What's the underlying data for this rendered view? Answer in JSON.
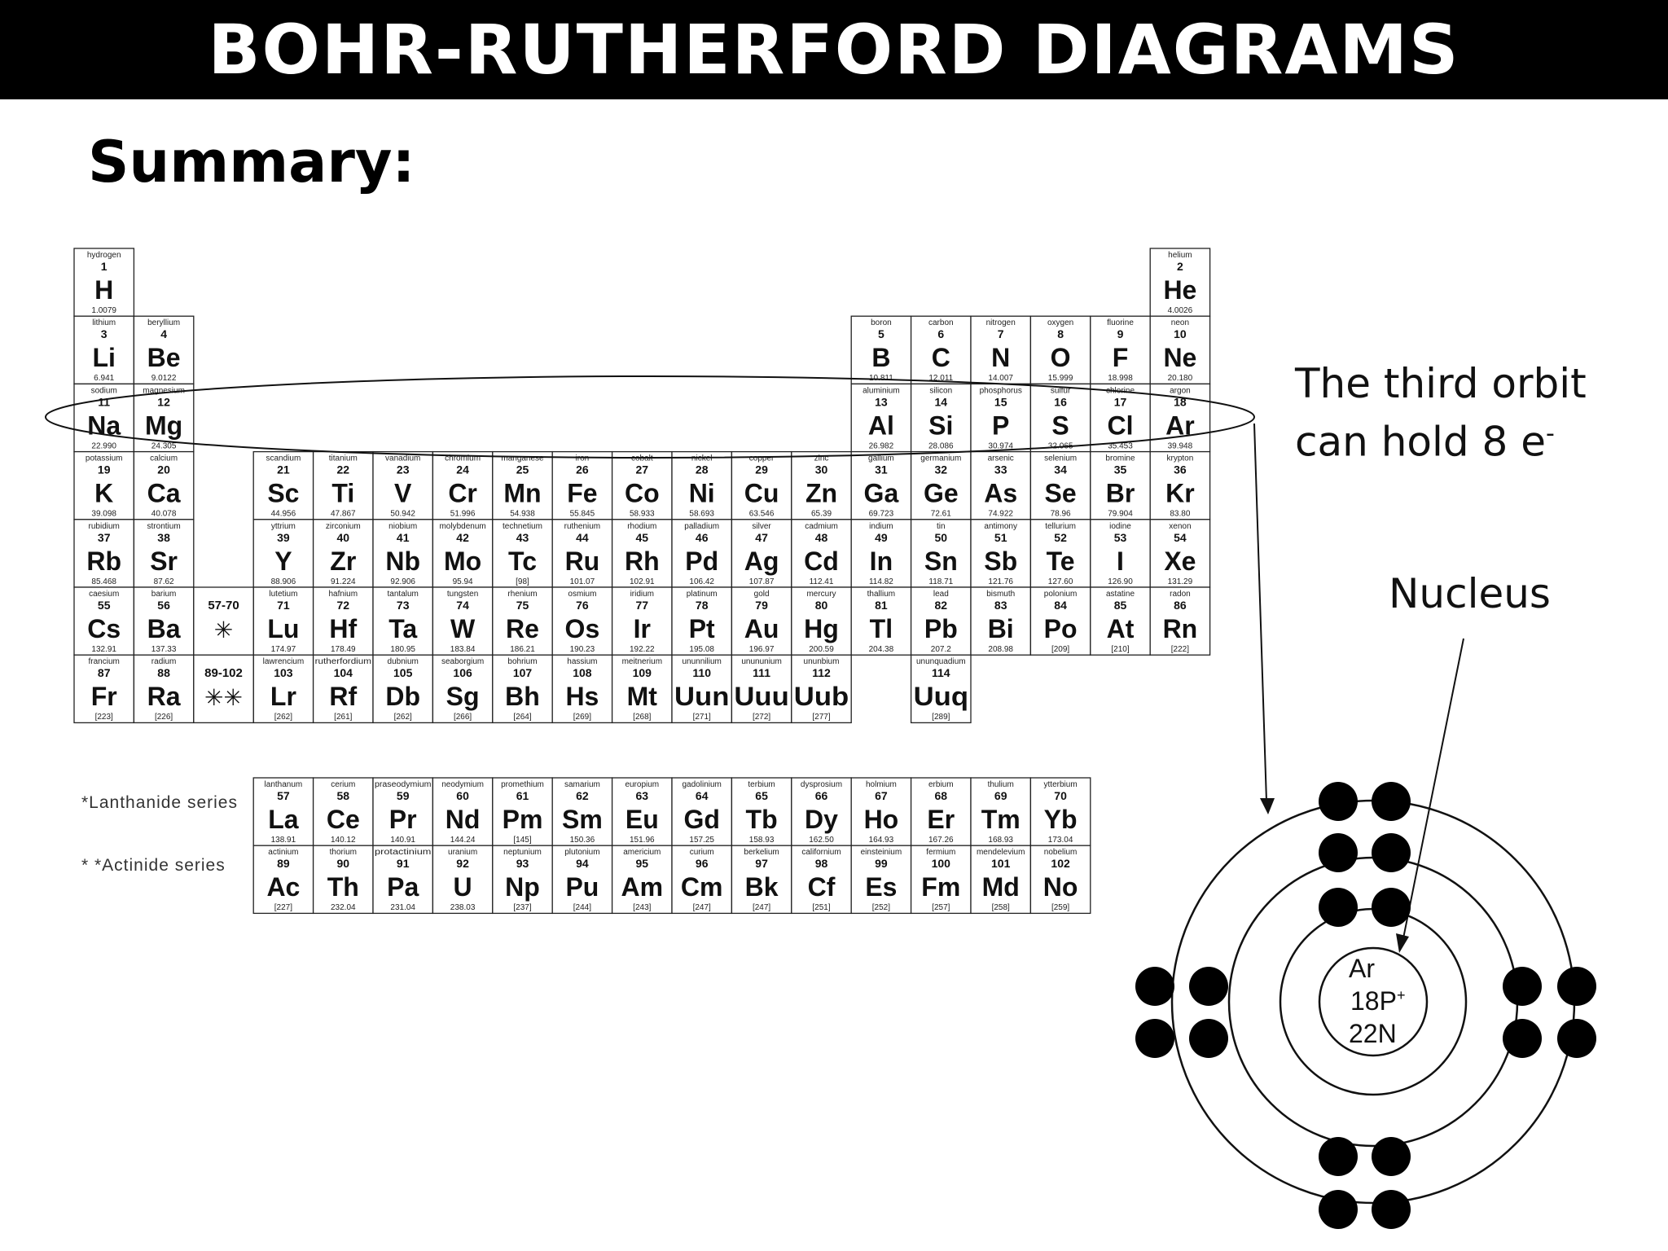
{
  "title": "BOHR-RUTHERFORD DIAGRAMS",
  "summary": "Summary:",
  "callouts": {
    "third_orbit_line1": "The third orbit",
    "third_orbit_line2": "can hold 8 e",
    "third_orbit_sup": "-",
    "nucleus": "Nucleus"
  },
  "nucleus": {
    "symbol": "Ar",
    "protons": "18P",
    "protons_sup": "+",
    "neutrons": "22N"
  },
  "orbits": [
    {
      "shell": 1,
      "electrons": 2
    },
    {
      "shell": 2,
      "electrons": 8
    },
    {
      "shell": 3,
      "electrons": 8
    }
  ],
  "series_labels": {
    "lanthanide": "*Lanthanide series",
    "actinide": "* *Actinide series"
  },
  "placeholders": [
    {
      "range": "57-70",
      "star": "✳",
      "row": 6
    },
    {
      "range": "89-102",
      "star": "✳✳",
      "row": 7
    }
  ],
  "elements": [
    {
      "name": "hydrogen",
      "num": "1",
      "sym": "H",
      "mass": "1.0079",
      "row": 1,
      "col": 1
    },
    {
      "name": "helium",
      "num": "2",
      "sym": "He",
      "mass": "4.0026",
      "row": 1,
      "col": 19
    },
    {
      "name": "lithium",
      "num": "3",
      "sym": "Li",
      "mass": "6.941",
      "row": 2,
      "col": 1
    },
    {
      "name": "beryllium",
      "num": "4",
      "sym": "Be",
      "mass": "9.0122",
      "row": 2,
      "col": 2
    },
    {
      "name": "boron",
      "num": "5",
      "sym": "B",
      "mass": "10.811",
      "row": 2,
      "col": 14
    },
    {
      "name": "carbon",
      "num": "6",
      "sym": "C",
      "mass": "12.011",
      "row": 2,
      "col": 15
    },
    {
      "name": "nitrogen",
      "num": "7",
      "sym": "N",
      "mass": "14.007",
      "row": 2,
      "col": 16
    },
    {
      "name": "oxygen",
      "num": "8",
      "sym": "O",
      "mass": "15.999",
      "row": 2,
      "col": 17
    },
    {
      "name": "fluorine",
      "num": "9",
      "sym": "F",
      "mass": "18.998",
      "row": 2,
      "col": 18
    },
    {
      "name": "neon",
      "num": "10",
      "sym": "Ne",
      "mass": "20.180",
      "row": 2,
      "col": 19
    },
    {
      "name": "sodium",
      "num": "11",
      "sym": "Na",
      "mass": "22.990",
      "row": 3,
      "col": 1
    },
    {
      "name": "magnesium",
      "num": "12",
      "sym": "Mg",
      "mass": "24.305",
      "row": 3,
      "col": 2
    },
    {
      "name": "aluminium",
      "num": "13",
      "sym": "Al",
      "mass": "26.982",
      "row": 3,
      "col": 14
    },
    {
      "name": "silicon",
      "num": "14",
      "sym": "Si",
      "mass": "28.086",
      "row": 3,
      "col": 15
    },
    {
      "name": "phosphorus",
      "num": "15",
      "sym": "P",
      "mass": "30.974",
      "row": 3,
      "col": 16
    },
    {
      "name": "sulfur",
      "num": "16",
      "sym": "S",
      "mass": "32.065",
      "row": 3,
      "col": 17
    },
    {
      "name": "chlorine",
      "num": "17",
      "sym": "Cl",
      "mass": "35.453",
      "row": 3,
      "col": 18
    },
    {
      "name": "argon",
      "num": "18",
      "sym": "Ar",
      "mass": "39.948",
      "row": 3,
      "col": 19
    },
    {
      "name": "potassium",
      "num": "19",
      "sym": "K",
      "mass": "39.098",
      "row": 4,
      "col": 1
    },
    {
      "name": "calcium",
      "num": "20",
      "sym": "Ca",
      "mass": "40.078",
      "row": 4,
      "col": 2
    },
    {
      "name": "scandium",
      "num": "21",
      "sym": "Sc",
      "mass": "44.956",
      "row": 4,
      "col": 4
    },
    {
      "name": "titanium",
      "num": "22",
      "sym": "Ti",
      "mass": "47.867",
      "row": 4,
      "col": 5
    },
    {
      "name": "vanadium",
      "num": "23",
      "sym": "V",
      "mass": "50.942",
      "row": 4,
      "col": 6
    },
    {
      "name": "chromium",
      "num": "24",
      "sym": "Cr",
      "mass": "51.996",
      "row": 4,
      "col": 7
    },
    {
      "name": "manganese",
      "num": "25",
      "sym": "Mn",
      "mass": "54.938",
      "row": 4,
      "col": 8
    },
    {
      "name": "iron",
      "num": "26",
      "sym": "Fe",
      "mass": "55.845",
      "row": 4,
      "col": 9
    },
    {
      "name": "cobalt",
      "num": "27",
      "sym": "Co",
      "mass": "58.933",
      "row": 4,
      "col": 10
    },
    {
      "name": "nickel",
      "num": "28",
      "sym": "Ni",
      "mass": "58.693",
      "row": 4,
      "col": 11
    },
    {
      "name": "copper",
      "num": "29",
      "sym": "Cu",
      "mass": "63.546",
      "row": 4,
      "col": 12
    },
    {
      "name": "zinc",
      "num": "30",
      "sym": "Zn",
      "mass": "65.39",
      "row": 4,
      "col": 13
    },
    {
      "name": "gallium",
      "num": "31",
      "sym": "Ga",
      "mass": "69.723",
      "row": 4,
      "col": 14
    },
    {
      "name": "germanium",
      "num": "32",
      "sym": "Ge",
      "mass": "72.61",
      "row": 4,
      "col": 15
    },
    {
      "name": "arsenic",
      "num": "33",
      "sym": "As",
      "mass": "74.922",
      "row": 4,
      "col": 16
    },
    {
      "name": "selenium",
      "num": "34",
      "sym": "Se",
      "mass": "78.96",
      "row": 4,
      "col": 17
    },
    {
      "name": "bromine",
      "num": "35",
      "sym": "Br",
      "mass": "79.904",
      "row": 4,
      "col": 18
    },
    {
      "name": "krypton",
      "num": "36",
      "sym": "Kr",
      "mass": "83.80",
      "row": 4,
      "col": 19
    },
    {
      "name": "rubidium",
      "num": "37",
      "sym": "Rb",
      "mass": "85.468",
      "row": 5,
      "col": 1
    },
    {
      "name": "strontium",
      "num": "38",
      "sym": "Sr",
      "mass": "87.62",
      "row": 5,
      "col": 2
    },
    {
      "name": "yttrium",
      "num": "39",
      "sym": "Y",
      "mass": "88.906",
      "row": 5,
      "col": 4
    },
    {
      "name": "zirconium",
      "num": "40",
      "sym": "Zr",
      "mass": "91.224",
      "row": 5,
      "col": 5
    },
    {
      "name": "niobium",
      "num": "41",
      "sym": "Nb",
      "mass": "92.906",
      "row": 5,
      "col": 6
    },
    {
      "name": "molybdenum",
      "num": "42",
      "sym": "Mo",
      "mass": "95.94",
      "row": 5,
      "col": 7
    },
    {
      "name": "technetium",
      "num": "43",
      "sym": "Tc",
      "mass": "[98]",
      "row": 5,
      "col": 8
    },
    {
      "name": "ruthenium",
      "num": "44",
      "sym": "Ru",
      "mass": "101.07",
      "row": 5,
      "col": 9
    },
    {
      "name": "rhodium",
      "num": "45",
      "sym": "Rh",
      "mass": "102.91",
      "row": 5,
      "col": 10
    },
    {
      "name": "palladium",
      "num": "46",
      "sym": "Pd",
      "mass": "106.42",
      "row": 5,
      "col": 11
    },
    {
      "name": "silver",
      "num": "47",
      "sym": "Ag",
      "mass": "107.87",
      "row": 5,
      "col": 12
    },
    {
      "name": "cadmium",
      "num": "48",
      "sym": "Cd",
      "mass": "112.41",
      "row": 5,
      "col": 13
    },
    {
      "name": "indium",
      "num": "49",
      "sym": "In",
      "mass": "114.82",
      "row": 5,
      "col": 14
    },
    {
      "name": "tin",
      "num": "50",
      "sym": "Sn",
      "mass": "118.71",
      "row": 5,
      "col": 15
    },
    {
      "name": "antimony",
      "num": "51",
      "sym": "Sb",
      "mass": "121.76",
      "row": 5,
      "col": 16
    },
    {
      "name": "tellurium",
      "num": "52",
      "sym": "Te",
      "mass": "127.60",
      "row": 5,
      "col": 17
    },
    {
      "name": "iodine",
      "num": "53",
      "sym": "I",
      "mass": "126.90",
      "row": 5,
      "col": 18
    },
    {
      "name": "xenon",
      "num": "54",
      "sym": "Xe",
      "mass": "131.29",
      "row": 5,
      "col": 19
    },
    {
      "name": "caesium",
      "num": "55",
      "sym": "Cs",
      "mass": "132.91",
      "row": 6,
      "col": 1
    },
    {
      "name": "barium",
      "num": "56",
      "sym": "Ba",
      "mass": "137.33",
      "row": 6,
      "col": 2
    },
    {
      "name": "lutetium",
      "num": "71",
      "sym": "Lu",
      "mass": "174.97",
      "row": 6,
      "col": 4
    },
    {
      "name": "hafnium",
      "num": "72",
      "sym": "Hf",
      "mass": "178.49",
      "row": 6,
      "col": 5
    },
    {
      "name": "tantalum",
      "num": "73",
      "sym": "Ta",
      "mass": "180.95",
      "row": 6,
      "col": 6
    },
    {
      "name": "tungsten",
      "num": "74",
      "sym": "W",
      "mass": "183.84",
      "row": 6,
      "col": 7
    },
    {
      "name": "rhenium",
      "num": "75",
      "sym": "Re",
      "mass": "186.21",
      "row": 6,
      "col": 8
    },
    {
      "name": "osmium",
      "num": "76",
      "sym": "Os",
      "mass": "190.23",
      "row": 6,
      "col": 9
    },
    {
      "name": "iridium",
      "num": "77",
      "sym": "Ir",
      "mass": "192.22",
      "row": 6,
      "col": 10
    },
    {
      "name": "platinum",
      "num": "78",
      "sym": "Pt",
      "mass": "195.08",
      "row": 6,
      "col": 11
    },
    {
      "name": "gold",
      "num": "79",
      "sym": "Au",
      "mass": "196.97",
      "row": 6,
      "col": 12
    },
    {
      "name": "mercury",
      "num": "80",
      "sym": "Hg",
      "mass": "200.59",
      "row": 6,
      "col": 13
    },
    {
      "name": "thallium",
      "num": "81",
      "sym": "Tl",
      "mass": "204.38",
      "row": 6,
      "col": 14
    },
    {
      "name": "lead",
      "num": "82",
      "sym": "Pb",
      "mass": "207.2",
      "row": 6,
      "col": 15
    },
    {
      "name": "bismuth",
      "num": "83",
      "sym": "Bi",
      "mass": "208.98",
      "row": 6,
      "col": 16
    },
    {
      "name": "polonium",
      "num": "84",
      "sym": "Po",
      "mass": "[209]",
      "row": 6,
      "col": 17
    },
    {
      "name": "astatine",
      "num": "85",
      "sym": "At",
      "mass": "[210]",
      "row": 6,
      "col": 18
    },
    {
      "name": "radon",
      "num": "86",
      "sym": "Rn",
      "mass": "[222]",
      "row": 6,
      "col": 19
    },
    {
      "name": "francium",
      "num": "87",
      "sym": "Fr",
      "mass": "[223]",
      "row": 7,
      "col": 1
    },
    {
      "name": "radium",
      "num": "88",
      "sym": "Ra",
      "mass": "[226]",
      "row": 7,
      "col": 2
    },
    {
      "name": "lawrencium",
      "num": "103",
      "sym": "Lr",
      "mass": "[262]",
      "row": 7,
      "col": 4
    },
    {
      "name": "rutherfordium",
      "num": "104",
      "sym": "Rf",
      "mass": "[261]",
      "row": 7,
      "col": 5
    },
    {
      "name": "dubnium",
      "num": "105",
      "sym": "Db",
      "mass": "[262]",
      "row": 7,
      "col": 6
    },
    {
      "name": "seaborgium",
      "num": "106",
      "sym": "Sg",
      "mass": "[266]",
      "row": 7,
      "col": 7
    },
    {
      "name": "bohrium",
      "num": "107",
      "sym": "Bh",
      "mass": "[264]",
      "row": 7,
      "col": 8
    },
    {
      "name": "hassium",
      "num": "108",
      "sym": "Hs",
      "mass": "[269]",
      "row": 7,
      "col": 9
    },
    {
      "name": "meitnerium",
      "num": "109",
      "sym": "Mt",
      "mass": "[268]",
      "row": 7,
      "col": 10
    },
    {
      "name": "ununnilium",
      "num": "110",
      "sym": "Uun",
      "mass": "[271]",
      "row": 7,
      "col": 11
    },
    {
      "name": "unununium",
      "num": "111",
      "sym": "Uuu",
      "mass": "[272]",
      "row": 7,
      "col": 12
    },
    {
      "name": "ununbium",
      "num": "112",
      "sym": "Uub",
      "mass": "[277]",
      "row": 7,
      "col": 13
    },
    {
      "name": "ununquadium",
      "num": "114",
      "sym": "Uuq",
      "mass": "[289]",
      "row": 7,
      "col": 15
    },
    {
      "name": "lanthanum",
      "num": "57",
      "sym": "La",
      "mass": "138.91",
      "row": 9,
      "col": 4
    },
    {
      "name": "cerium",
      "num": "58",
      "sym": "Ce",
      "mass": "140.12",
      "row": 9,
      "col": 5
    },
    {
      "name": "praseodymium",
      "num": "59",
      "sym": "Pr",
      "mass": "140.91",
      "row": 9,
      "col": 6
    },
    {
      "name": "neodymium",
      "num": "60",
      "sym": "Nd",
      "mass": "144.24",
      "row": 9,
      "col": 7
    },
    {
      "name": "promethium",
      "num": "61",
      "sym": "Pm",
      "mass": "[145]",
      "row": 9,
      "col": 8
    },
    {
      "name": "samarium",
      "num": "62",
      "sym": "Sm",
      "mass": "150.36",
      "row": 9,
      "col": 9
    },
    {
      "name": "europium",
      "num": "63",
      "sym": "Eu",
      "mass": "151.96",
      "row": 9,
      "col": 10
    },
    {
      "name": "gadolinium",
      "num": "64",
      "sym": "Gd",
      "mass": "157.25",
      "row": 9,
      "col": 11
    },
    {
      "name": "terbium",
      "num": "65",
      "sym": "Tb",
      "mass": "158.93",
      "row": 9,
      "col": 12
    },
    {
      "name": "dysprosium",
      "num": "66",
      "sym": "Dy",
      "mass": "162.50",
      "row": 9,
      "col": 13
    },
    {
      "name": "holmium",
      "num": "67",
      "sym": "Ho",
      "mass": "164.93",
      "row": 9,
      "col": 14
    },
    {
      "name": "erbium",
      "num": "68",
      "sym": "Er",
      "mass": "167.26",
      "row": 9,
      "col": 15
    },
    {
      "name": "thulium",
      "num": "69",
      "sym": "Tm",
      "mass": "168.93",
      "row": 9,
      "col": 16
    },
    {
      "name": "ytterbium",
      "num": "70",
      "sym": "Yb",
      "mass": "173.04",
      "row": 9,
      "col": 17
    },
    {
      "name": "actinium",
      "num": "89",
      "sym": "Ac",
      "mass": "[227]",
      "row": 10,
      "col": 4
    },
    {
      "name": "thorium",
      "num": "90",
      "sym": "Th",
      "mass": "232.04",
      "row": 10,
      "col": 5
    },
    {
      "name": "protactinium",
      "num": "91",
      "sym": "Pa",
      "mass": "231.04",
      "row": 10,
      "col": 6
    },
    {
      "name": "uranium",
      "num": "92",
      "sym": "U",
      "mass": "238.03",
      "row": 10,
      "col": 7
    },
    {
      "name": "neptunium",
      "num": "93",
      "sym": "Np",
      "mass": "[237]",
      "row": 10,
      "col": 8
    },
    {
      "name": "plutonium",
      "num": "94",
      "sym": "Pu",
      "mass": "[244]",
      "row": 10,
      "col": 9
    },
    {
      "name": "americium",
      "num": "95",
      "sym": "Am",
      "mass": "[243]",
      "row": 10,
      "col": 10
    },
    {
      "name": "curium",
      "num": "96",
      "sym": "Cm",
      "mass": "[247]",
      "row": 10,
      "col": 11
    },
    {
      "name": "berkelium",
      "num": "97",
      "sym": "Bk",
      "mass": "[247]",
      "row": 10,
      "col": 12
    },
    {
      "name": "californium",
      "num": "98",
      "sym": "Cf",
      "mass": "[251]",
      "row": 10,
      "col": 13
    },
    {
      "name": "einsteinium",
      "num": "99",
      "sym": "Es",
      "mass": "[252]",
      "row": 10,
      "col": 14
    },
    {
      "name": "fermium",
      "num": "100",
      "sym": "Fm",
      "mass": "[257]",
      "row": 10,
      "col": 15
    },
    {
      "name": "mendelevium",
      "num": "101",
      "sym": "Md",
      "mass": "[258]",
      "row": 10,
      "col": 16
    },
    {
      "name": "nobelium",
      "num": "102",
      "sym": "No",
      "mass": "[259]",
      "row": 10,
      "col": 17
    }
  ]
}
